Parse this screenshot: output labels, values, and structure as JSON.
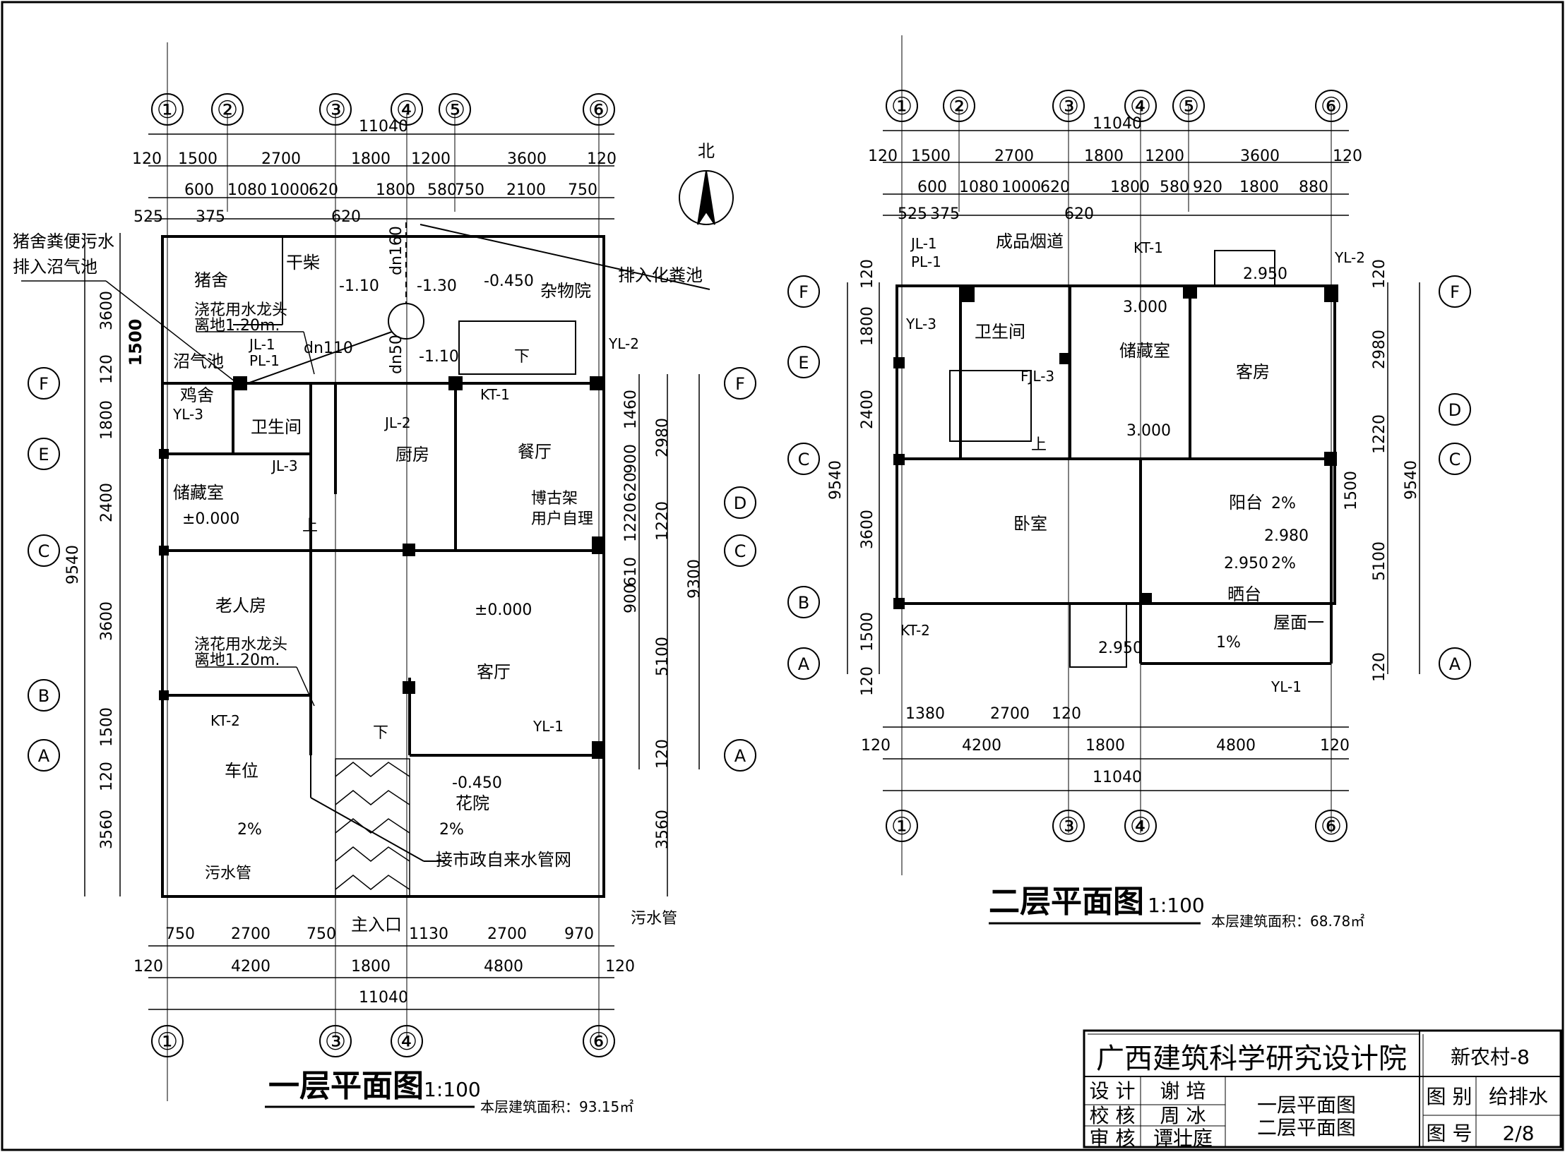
{
  "floor1": {
    "title": "一层平面图",
    "scale": "1:100",
    "area": "本层建筑面积：93.15㎡",
    "total_dim": "11040",
    "dims_top1": [
      "120",
      "1500",
      "2700",
      "1800",
      "1200",
      "3600",
      "120"
    ],
    "dims_top2": [
      "600",
      "1080",
      "1000",
      "620",
      "1800",
      "580",
      "750",
      "2100",
      "750"
    ],
    "dims_top3": [
      "525",
      "375",
      "620"
    ],
    "dims_bot1": [
      "750",
      "2700",
      "750",
      "1130",
      "2700",
      "970"
    ],
    "dims_bot2": [
      "120",
      "4200",
      "1800",
      "4800",
      "120"
    ],
    "dims_left": [
      "3600",
      "1500",
      "120",
      "1800",
      "2400",
      "9540",
      "3600",
      "1500",
      "120",
      "3560"
    ],
    "dims_right_a": [
      "1460",
      "900",
      "620",
      "1220",
      "610",
      "900"
    ],
    "dims_right_b": [
      "2980",
      "1220",
      "9300",
      "5100",
      "120",
      "3560"
    ],
    "grid_top": [
      "①",
      "②",
      "③",
      "④",
      "⑤",
      "⑥"
    ],
    "grid_bot": [
      "①",
      "③",
      "④",
      "⑥"
    ],
    "grid_rows": [
      "F",
      "E",
      "D",
      "C",
      "B",
      "A"
    ],
    "rooms": {
      "pig": "猪舍",
      "firewood": "干柴",
      "sundry": "杂物院",
      "biogas": "沼气池",
      "chicken": "鸡舍",
      "wc": "卫生间",
      "kitchen": "厨房",
      "dining": "餐厅",
      "storage": "储藏室",
      "elder": "老人房",
      "living": "客厅",
      "parking": "车位",
      "garden": "花院",
      "entry": "主入口",
      "shelf1": "博古架",
      "shelf2": "用户自理"
    },
    "notes": {
      "pig_sewage1": "猪舍粪便污水",
      "pig_sewage2": "排入沼气池",
      "septic": "排入化粪池",
      "tap1": "浇花用水龙头",
      "tap2": "离地1.20m.",
      "tap3": "浇花用水龙头",
      "tap4": "离地1.20m.",
      "municipal": "接市政自来水管网",
      "sewer1": "污水管",
      "sewer2": "污水管",
      "down1": "下",
      "down2": "下",
      "up": "上",
      "north": "北"
    },
    "levels": [
      "-1.10",
      "-1.30",
      "-0.450",
      "-1.10",
      "±0.000",
      "±0.000",
      "-0.450"
    ],
    "pipes": [
      "dn160",
      "dn110",
      "dn50",
      "JL-1",
      "PL-1",
      "JL-2",
      "JL-3",
      "YL-3",
      "YL-2",
      "YL-1",
      "KT-1",
      "KT-2"
    ],
    "slopes": [
      "2%",
      "2%"
    ],
    "biogas_dim": "1500"
  },
  "floor2": {
    "title": "二层平面图",
    "scale": "1:100",
    "area": "本层建筑面积：68.78㎡",
    "total_dim": "11040",
    "dims_top1": [
      "120",
      "1500",
      "2700",
      "1800",
      "1200",
      "3600",
      "120"
    ],
    "dims_top2": [
      "600",
      "1080",
      "1000",
      "620",
      "1800",
      "580",
      "920",
      "1800",
      "880"
    ],
    "dims_top3": [
      "525",
      "375",
      "620"
    ],
    "dims_bot1": [
      "1380",
      "2700",
      "120"
    ],
    "dims_bot2": [
      "120",
      "4200",
      "1800",
      "4800",
      "120"
    ],
    "dims_left": [
      "120",
      "1800",
      "2400",
      "9540",
      "3600",
      "1500",
      "120"
    ],
    "dims_right": [
      "120",
      "2980",
      "1220",
      "9540",
      "1500",
      "5100",
      "120"
    ],
    "grid_top": [
      "①",
      "②",
      "③",
      "④",
      "⑤",
      "⑥"
    ],
    "grid_bot": [
      "①",
      "③",
      "④",
      "⑥"
    ],
    "grid_rows_left": [
      "F",
      "E",
      "C",
      "B",
      "A"
    ],
    "grid_rows_right": [
      "F",
      "D",
      "C",
      "A"
    ],
    "rooms": {
      "chimney": "成品烟道",
      "wc": "卫生间",
      "storage": "储藏室",
      "guest": "客房",
      "bedroom": "卧室",
      "balcony": "阳台",
      "terrace": "晒台",
      "roof": "屋面一"
    },
    "levels": [
      "2.950",
      "3.000",
      "3.000",
      "2.980",
      "2.950",
      "2.950"
    ],
    "slopes": [
      "2%",
      "2%",
      "1%"
    ],
    "pipes": [
      "JL-1",
      "PL-1",
      "YL-3",
      "FJL-3",
      "KT-1",
      "YL-2",
      "KT-2",
      "YL-1"
    ],
    "up": "上"
  },
  "titleblock": {
    "institute": "广西建筑科学研究设计院",
    "project": "新农村-8",
    "design_label": "设  计",
    "design_name": "谢  培",
    "check_label": "校  核",
    "check_name": "周  冰",
    "review_label": "审  核",
    "review_name": "谭壮庭",
    "drawing1": "一层平面图",
    "drawing2": "二层平面图",
    "cat_label": "图  别",
    "cat_value": "给排水",
    "no_label": "图  号",
    "no_value": "2/8"
  }
}
